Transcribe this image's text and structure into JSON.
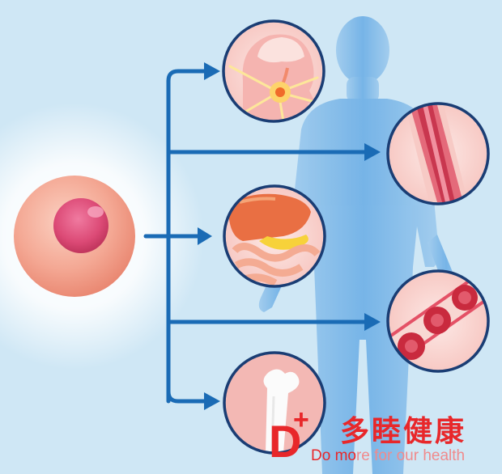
{
  "brand": {
    "name_cn": "多睦健康",
    "slogan_part1": "Do mo",
    "slogan_part2": "re for our health",
    "logo_letter": "D",
    "logo_plus": "+"
  },
  "colors": {
    "background": "#cfe7f5",
    "arrow": "#1a6bb5",
    "body": "#7db7e6",
    "cell": "#f29a8a",
    "nucleus": "#d9426b",
    "brand_red": "#e8272a",
    "brand_pink": "#f08a8c"
  },
  "icons": [
    "stem-cell-icon",
    "neuron-icon",
    "muscle-icon",
    "digestive-organs-icon",
    "blood-cells-icon",
    "bone-icon",
    "human-body-icon"
  ]
}
